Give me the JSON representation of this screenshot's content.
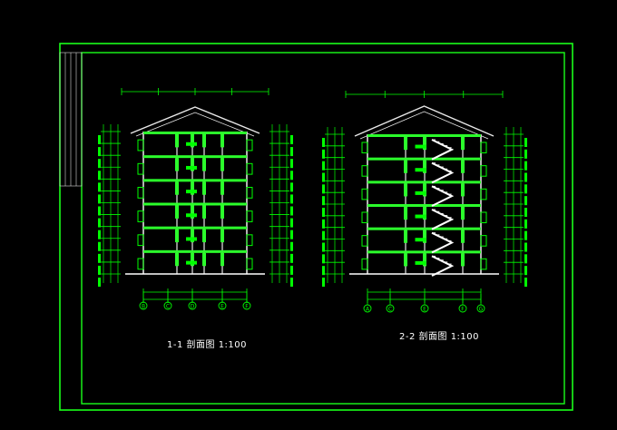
{
  "drawing": {
    "section_1": {
      "caption": "1-1 剖面图  1:100",
      "axis_marks": [
        "B",
        "C",
        "D",
        "E",
        "F"
      ]
    },
    "section_2": {
      "caption": "2-2 剖面图  1:100",
      "axis_marks": [
        "A",
        "C",
        "E",
        "F",
        "G"
      ]
    }
  },
  "colors": {
    "background": "#000000",
    "frame": "#1aff1a",
    "dimension": "#00ff00",
    "wall": "#ffffff",
    "roof": "#e8e8e8",
    "floor_fill": "#2bff2b",
    "text": "#ffffff"
  }
}
